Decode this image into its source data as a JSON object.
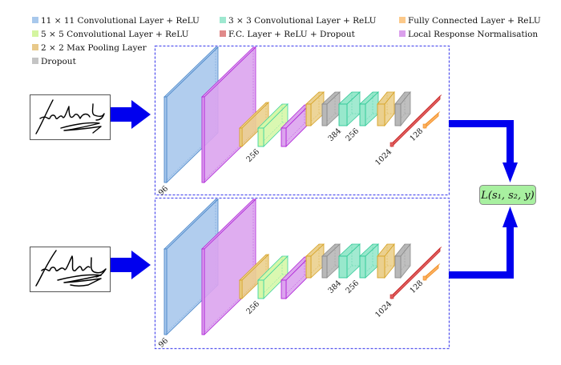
{
  "legend": [
    {
      "key": "conv11",
      "label": "11 × 11 Convolutional Layer + ReLU",
      "color": "#a8c8ec"
    },
    {
      "key": "conv5",
      "label": "5 × 5 Convolutional Layer + ReLU",
      "color": "#d4f5a0"
    },
    {
      "key": "pool",
      "label": "2 × 2 Max Pooling Layer",
      "color": "#e8c98a"
    },
    {
      "key": "dropout",
      "label": "Dropout",
      "color": "#c4c4c4"
    },
    {
      "key": "conv3",
      "label": "3 × 3 Convolutional Layer + ReLU",
      "color": "#9ee8d0"
    },
    {
      "key": "fc_drop",
      "label": "F.C. Layer + ReLU + Dropout",
      "color": "#e08a8a"
    },
    {
      "key": "fc",
      "label": "Fully Connected Layer + ReLU",
      "color": "#fcc98a"
    },
    {
      "key": "lrn",
      "label": "Local Response Normalisation",
      "color": "#dba0ec"
    }
  ],
  "layer_styles": {
    "conv11": {
      "fill": "#a8c8ec",
      "stroke": "#4a86c8"
    },
    "lrn": {
      "fill": "#dca4ee",
      "stroke": "#b026d8"
    },
    "pool": {
      "fill": "#ebd08e",
      "stroke": "#d6a224"
    },
    "conv5": {
      "fill": "#d6f7a8",
      "stroke": "#3cd4a0"
    },
    "dropout": {
      "fill": "#b8b8b8",
      "stroke": "#8a8a8a"
    },
    "conv3": {
      "fill": "#98e8cc",
      "stroke": "#2ec896"
    },
    "fc_drop": {
      "fill": "#e06060",
      "stroke": "#c82828"
    },
    "fc": {
      "fill": "#fcb060",
      "stroke": "#f08a1c"
    }
  },
  "networks": [
    {
      "name": "top",
      "signature": "signature-1",
      "dim_labels": [
        "96",
        "256",
        "384",
        "256",
        "1024",
        "128"
      ]
    },
    {
      "name": "bottom",
      "signature": "signature-2",
      "dim_labels": [
        "96",
        "256",
        "384",
        "256",
        "1024",
        "128"
      ]
    }
  ],
  "loss": {
    "label": "L(s₁, s₂, y)",
    "fill": "#a8f0a0",
    "stroke": "#8a8a8a"
  },
  "arrow_color": "#0000ee",
  "frame_color": "#5555ee"
}
